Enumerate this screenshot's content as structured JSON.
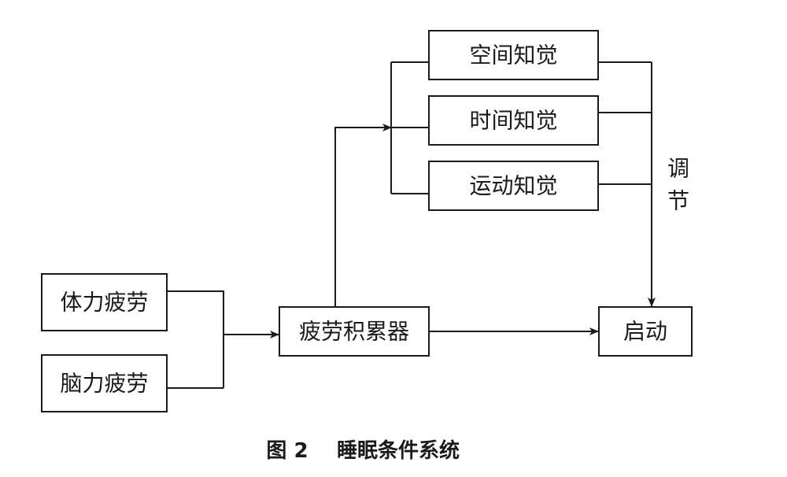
{
  "diagram": {
    "nodes": {
      "physical_fatigue": "体力疲劳",
      "mental_fatigue": "脑力疲劳",
      "fatigue_accumulator": "疲劳积累器",
      "spatial_perception": "空间知觉",
      "temporal_perception": "时间知觉",
      "motion_perception": "运动知觉",
      "activation": "启动"
    },
    "regulation_label_top": "调",
    "regulation_label_bottom": "节"
  },
  "caption": {
    "figure_number": "图 2",
    "title": "睡眠条件系统"
  }
}
